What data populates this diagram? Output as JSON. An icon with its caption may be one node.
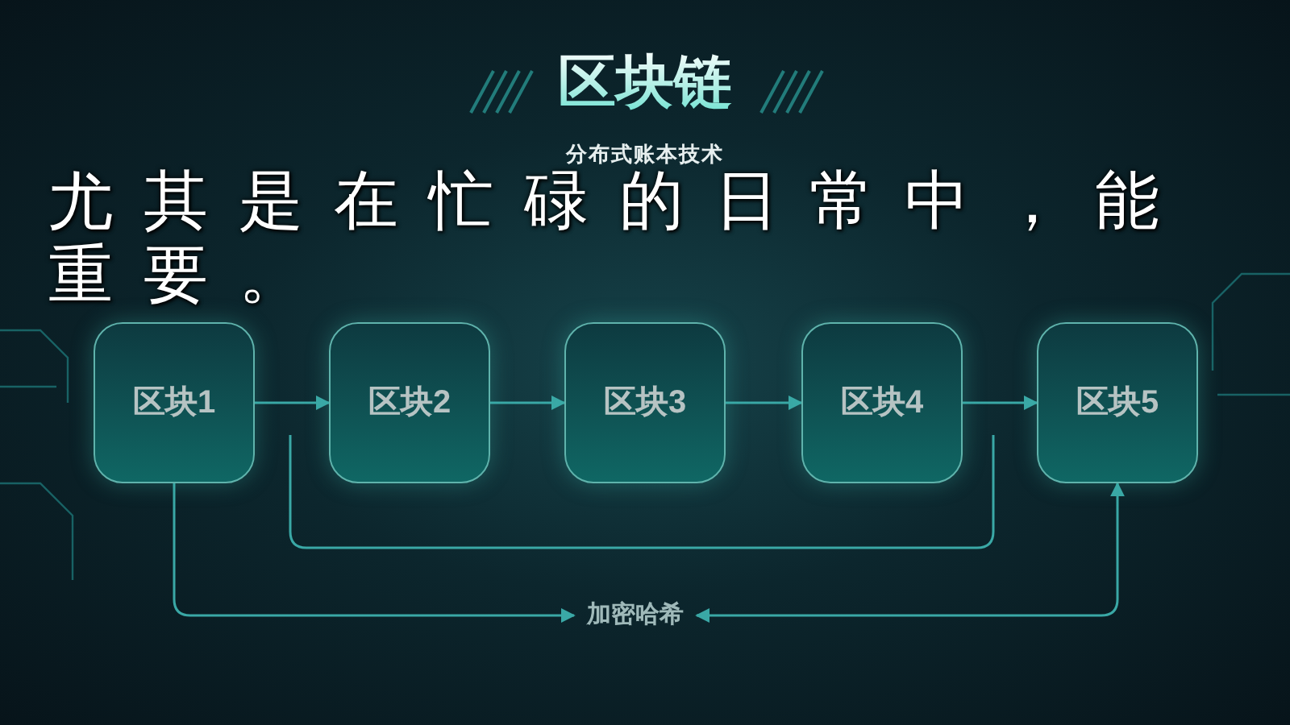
{
  "diagram": {
    "title": "区块链",
    "nodes": [
      {
        "text": [
          "区块1"
        ]
      },
      {
        "text": [
          "区块2"
        ]
      },
      {
        "text": [
          "区块3"
        ]
      },
      {
        "text": [
          "区块4"
        ]
      },
      {
        "text": [
          "区块5"
        ]
      },
      {
        "text": [
          "加密哈希"
        ]
      }
    ],
    "edges": [
      {
        "from": 0,
        "to": 1,
        "arrow": "to"
      },
      {
        "from": 1,
        "to": 2,
        "arrow": "to"
      },
      {
        "from": 2,
        "to": 3,
        "arrow": "to"
      },
      {
        "from": 3,
        "to": 4,
        "arrow": "to"
      },
      {
        "from": 0,
        "to": 5,
        "arrow": "to"
      },
      {
        "from": 5,
        "to": 4,
        "arrow": "both"
      }
    ],
    "labels": [
      "分布式账本技术",
      "尤其是在忙碌的日常中，能",
      "重要。"
    ]
  }
}
